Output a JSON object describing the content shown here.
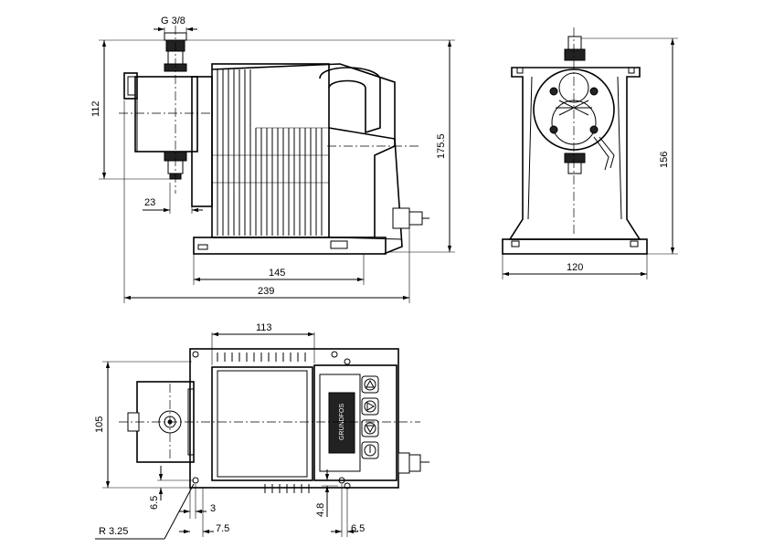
{
  "views": {
    "side": {
      "dim_connection": "G 3/8",
      "dim_height_body": "112",
      "dim_height_total": "175.5",
      "dim_offset": "23",
      "dim_base_length": "145",
      "dim_total_length": "239"
    },
    "front": {
      "dim_height": "156",
      "dim_width": "120"
    },
    "top": {
      "dim_length": "113",
      "dim_width": "105",
      "dim_edge": "6.5",
      "dim_hole_offset": "3",
      "dim_radius": "R  3.25",
      "dim_hole_pos": "7.5",
      "dim_hole_y": "4.8",
      "dim_hole_x": "6.5"
    }
  },
  "display_text": "GRUNDFOS"
}
